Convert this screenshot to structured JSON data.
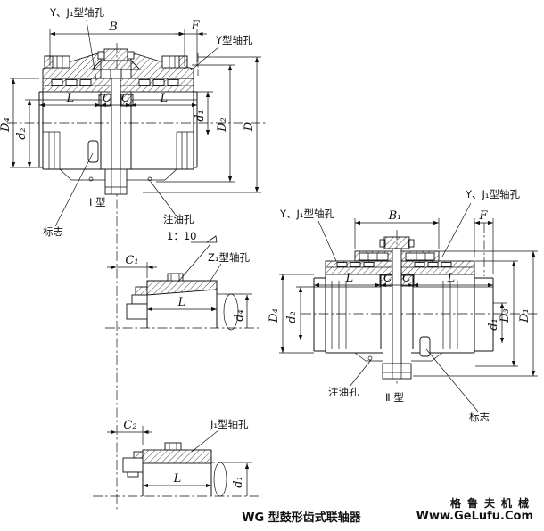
{
  "caption": "WG 型鼓形齿式联轴器",
  "watermark": {
    "line1": "格鲁夫机械",
    "line2": "Www.GeLufu.Com",
    "color": "#e08f8f"
  },
  "colors": {
    "line": "#111111",
    "background": "#ffffff"
  },
  "views": {
    "view1": {
      "type_label": "Ⅰ 型",
      "callouts": {
        "bore_yj1": "Y、J₁型轴孔",
        "bore_y": "Y型轴孔",
        "mark": "标志",
        "oil_hole": "注油孔"
      },
      "dims": {
        "B": "B",
        "F": "F",
        "L_left": "L",
        "C_left": "C",
        "C_right": "C",
        "L_right": "L",
        "D4": "D₄",
        "d2": "d₂",
        "d1": "d₁",
        "D2": "D₂",
        "D": "D"
      }
    },
    "taper_view": {
      "taper_ratio": "1：10",
      "callouts": {
        "bore_z1": "Z₁型轴孔"
      },
      "dims": {
        "C1": "C₁",
        "L": "L",
        "d4": "d₄"
      }
    },
    "j1_view": {
      "callouts": {
        "bore_j1": "J₁型轴孔"
      },
      "dims": {
        "C2": "C₂",
        "L": "L",
        "d1": "d₁"
      }
    },
    "view2": {
      "type_label": "Ⅱ 型",
      "callouts": {
        "bore_yj1_left": "Y、J₁型轴孔",
        "bore_yj1_right": "Y、J₁型轴孔",
        "mark": "标志",
        "oil_hole": "注油孔"
      },
      "dims": {
        "B1": "B₁",
        "F": "F",
        "L_left": "L",
        "C_left": "C",
        "C_right": "C",
        "L_right": "L",
        "D4": "D₄",
        "d2": "d₂",
        "d1": "d₁",
        "D3": "D₃",
        "D1": "D₁"
      }
    }
  }
}
